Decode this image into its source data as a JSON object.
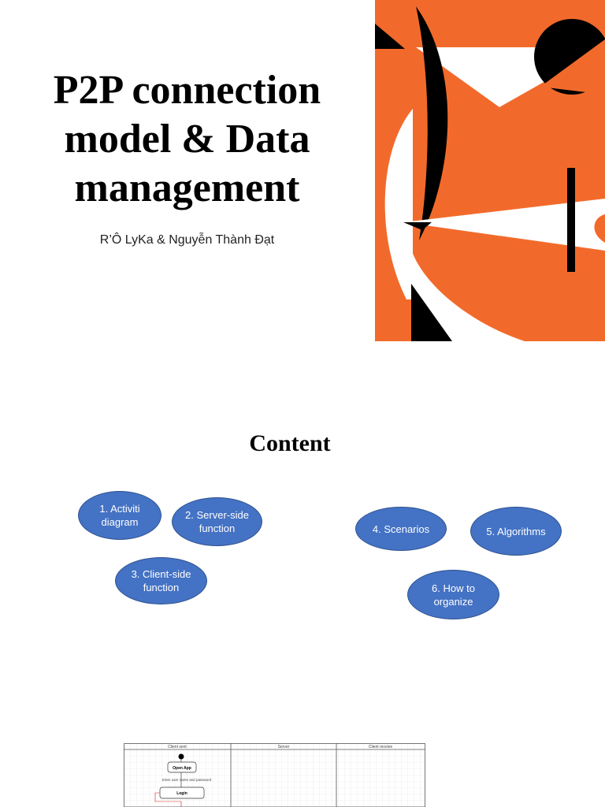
{
  "slide1": {
    "title": "P2P connection model & Data management",
    "subtitle": "R’Ô LyKa & Nguyễn Thành Đạt"
  },
  "slide2": {
    "title": "Content",
    "items": [
      "1. Activiti diagram",
      "2. Server-side function",
      "3. Client-side function",
      "4. Scenarios",
      "5. Algorithms",
      "6. How to organize"
    ]
  },
  "slide3": {
    "diagram": {
      "lanes": [
        "Client sent",
        "Server",
        "Client receive"
      ],
      "nodes": [
        "Open App",
        "Login"
      ],
      "annotation": "Enter user name and password"
    }
  },
  "colors": {
    "bubble_fill": "#4472c4",
    "bubble_border": "#2f528f",
    "art_orange": "#f26a2b"
  }
}
